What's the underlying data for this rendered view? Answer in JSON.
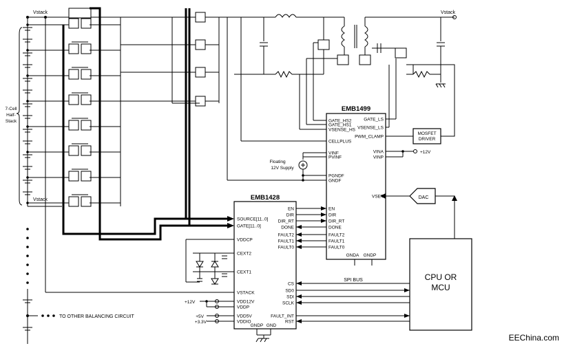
{
  "labels": {
    "vstack_left": "Vstack",
    "vstack_right": "Vstack",
    "vstack_bottom": "Vstack",
    "cell_stack": [
      "7-Cell",
      "Half-",
      "Stack"
    ],
    "to_other": "TO OTHER BALANCING CIRCUIT",
    "floating_supply": [
      "Floating",
      "12V Supply"
    ],
    "plus12_vina": "+12V",
    "plus12_vdd": "+12V",
    "plus5": "+5V",
    "plus33": "+3.3V",
    "spi_bus": "SPI BUS",
    "watermark": "EEChina.com"
  },
  "emb1499": {
    "title": "EMB1499",
    "left_pins": [
      "GATE_HS2",
      "GATE_HS1",
      "VSENSE_HS",
      "CELLPLUS",
      "VINF",
      "PVINF",
      "PGNDF",
      "GNDF"
    ],
    "right_pins": [
      "GATE_LS",
      "VSENSE_LS",
      "PWM_CLAMP",
      "VINA",
      "VINP",
      "VSET"
    ],
    "bottom_pins": [
      "GNDA",
      "GNDP"
    ],
    "sense_pins_left": [
      "EN",
      "DIR",
      "DIR_RT",
      "DONE",
      "FAULT2",
      "FAULT1",
      "FAULT0"
    ]
  },
  "emb1428": {
    "title": "EMB1428",
    "left_pins": [
      "SOURCE[11..0]",
      "GATE[11..0]",
      "VDDCP",
      "CEXT2",
      "CEXT1",
      "VSTACK",
      "VDD12V",
      "VDDP",
      "VDD5V",
      "VDDIO"
    ],
    "right_pins": [
      "EN",
      "DIR",
      "DIR_RT",
      "DONE",
      "FAULT2",
      "FAULT1",
      "FAULT0",
      "CS",
      "SD0",
      "SDI",
      "SCLK",
      "FAULT_INT",
      "RST"
    ],
    "bottom_pins": [
      "GNDP",
      "GND"
    ]
  },
  "mosfet_driver": [
    "MOSFET",
    "DRIVER"
  ],
  "dac": "DAC",
  "cpu": [
    "CPU OR",
    "MCU"
  ]
}
